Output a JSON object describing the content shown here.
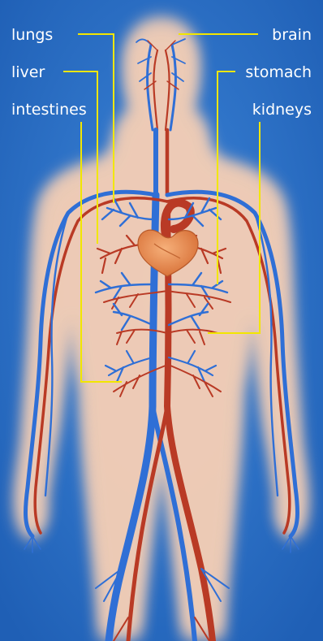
{
  "labels": {
    "lungs": "lungs",
    "liver": "liver",
    "intestines": "intestines",
    "brain": "brain",
    "stomach": "stomach",
    "kidneys": "kidneys"
  },
  "colors": {
    "background": "#2f74c8",
    "body_glow": "#f4dccb",
    "body_core": "#fbeee4",
    "artery": "#b93a25",
    "vein": "#2f6fd6",
    "heart": "#e58a4e",
    "leader_line": "#f2e600",
    "label_text": "#ffffff"
  }
}
